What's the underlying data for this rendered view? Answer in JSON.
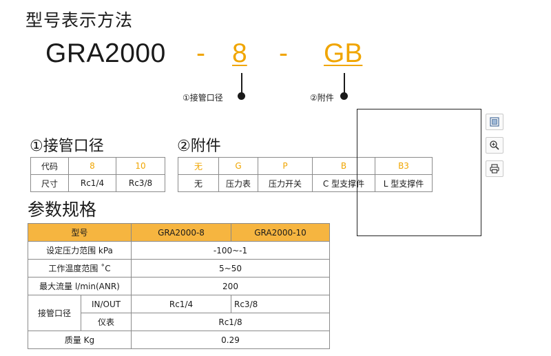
{
  "title": "型号表示方法",
  "model": {
    "base": "GRA2000",
    "dash1": "-",
    "code1": "8",
    "dash2": "-",
    "code2": "GB",
    "label1": "①接管口径",
    "label2": "②附件"
  },
  "section1": {
    "title": "①接管口径",
    "table": {
      "rows": [
        [
          "代码",
          "8",
          "10"
        ],
        [
          "尺寸",
          "Rc1/4",
          "Rc3/8"
        ]
      ]
    }
  },
  "section2": {
    "title": "②附件",
    "table": {
      "codes": [
        "无",
        "G",
        "P",
        "B",
        "B3"
      ],
      "names": [
        "无",
        "压力表",
        "压力开关",
        "C 型支撑件",
        "L 型支撑件"
      ]
    }
  },
  "section3": {
    "title": "参数规格",
    "header": [
      "型号",
      "GRA2000-8",
      "GRA2000-10"
    ],
    "rows": {
      "pressure": [
        "设定压力范围 kPa",
        "-100~-1"
      ],
      "temp": [
        "工作温度范围 ˚C",
        "5~50"
      ],
      "flow": [
        "最大流量 l/min(ANR)",
        "200"
      ],
      "port_group": "接管口径",
      "inout": [
        "IN/OUT",
        "Rc1/4",
        "Rc3/8"
      ],
      "gauge": [
        "仪表",
        "Rc1/8"
      ],
      "mass": [
        "质量  Kg",
        "0.29"
      ]
    }
  },
  "toolbar": {
    "icons": [
      "fit-page-icon",
      "zoom-in-icon",
      "print-icon"
    ]
  },
  "colors": {
    "accent": "#f0a500",
    "table_header": "#f6b540",
    "border": "#8a8a8a"
  }
}
